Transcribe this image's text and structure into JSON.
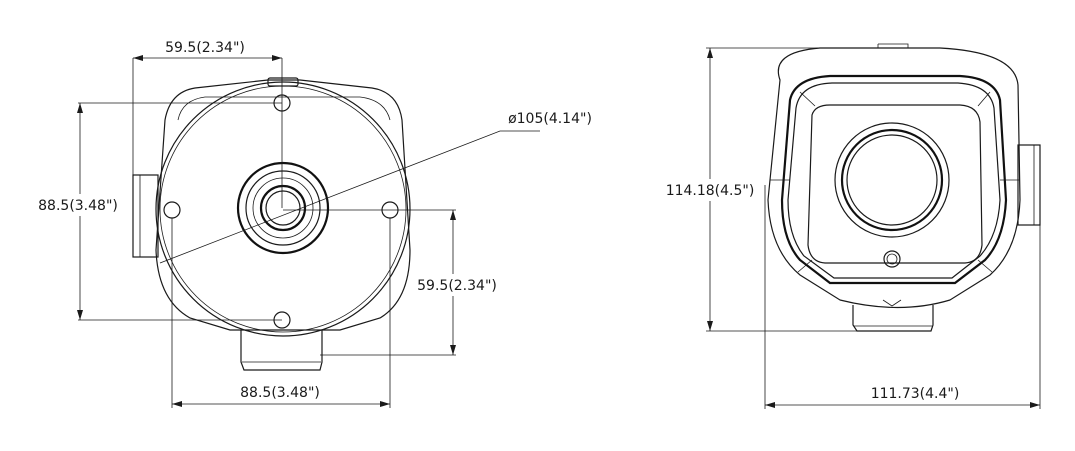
{
  "title": "Camera dimension drawing",
  "views": {
    "bottom_view": {
      "dim_top_width": "59.5(2.34\")",
      "dim_left_height": "88.5(3.48\")",
      "dim_right_height": "59.5(2.34\")",
      "dim_bottom_width": "88.5(3.48\")",
      "dim_diameter": "ø105(4.14\")"
    },
    "front_view": {
      "dim_height": "114.18(4.5\")",
      "dim_width": "111.73(4.4\")"
    }
  },
  "colors": {
    "line": "#1a1a1a",
    "background": "#ffffff"
  }
}
